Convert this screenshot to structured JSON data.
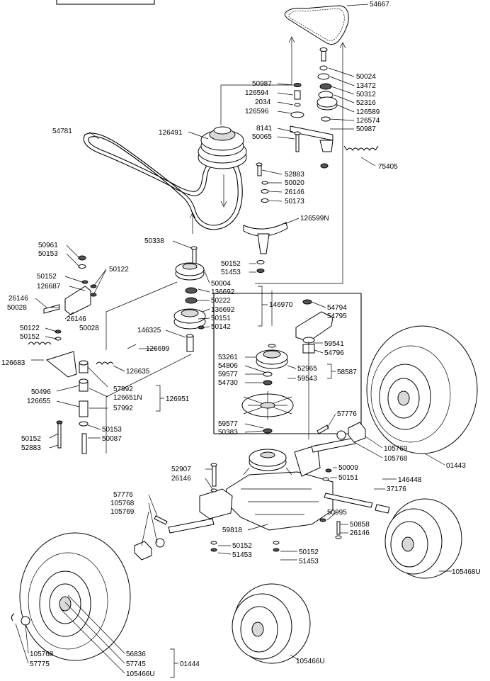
{
  "diagram": {
    "labels": [
      {
        "id": "l01",
        "text": "54667"
      },
      {
        "id": "l02",
        "text": "50024"
      },
      {
        "id": "l03",
        "text": "13472"
      },
      {
        "id": "l04",
        "text": "50312"
      },
      {
        "id": "l05",
        "text": "52316"
      },
      {
        "id": "l06",
        "text": "126589"
      },
      {
        "id": "l07",
        "text": "126574"
      },
      {
        "id": "l08",
        "text": "50987"
      },
      {
        "id": "l09",
        "text": "50987"
      },
      {
        "id": "l10",
        "text": "126594"
      },
      {
        "id": "l11",
        "text": "2034"
      },
      {
        "id": "l12",
        "text": "126596"
      },
      {
        "id": "l13",
        "text": "8141"
      },
      {
        "id": "l14",
        "text": "50065"
      },
      {
        "id": "l15",
        "text": "75405"
      },
      {
        "id": "l16",
        "text": "54781"
      },
      {
        "id": "l17",
        "text": "126491"
      },
      {
        "id": "l18",
        "text": "52883"
      },
      {
        "id": "l19",
        "text": "50020"
      },
      {
        "id": "l20",
        "text": "26146"
      },
      {
        "id": "l21",
        "text": "50173"
      },
      {
        "id": "l22",
        "text": "126599N"
      },
      {
        "id": "l23",
        "text": "50338"
      },
      {
        "id": "l24",
        "text": "50004"
      },
      {
        "id": "l25",
        "text": "136692"
      },
      {
        "id": "l26",
        "text": "50222"
      },
      {
        "id": "l27",
        "text": "136692"
      },
      {
        "id": "l28",
        "text": "50151"
      },
      {
        "id": "l29",
        "text": "50142"
      },
      {
        "id": "l30",
        "text": "146325"
      },
      {
        "id": "l31",
        "text": "146970"
      },
      {
        "id": "l32",
        "text": "50152"
      },
      {
        "id": "l33",
        "text": "51453"
      },
      {
        "id": "l34",
        "text": "50961"
      },
      {
        "id": "l35",
        "text": "50153"
      },
      {
        "id": "l36",
        "text": "50152"
      },
      {
        "id": "l37",
        "text": "126687"
      },
      {
        "id": "l38",
        "text": "50122"
      },
      {
        "id": "l39",
        "text": "26146"
      },
      {
        "id": "l40",
        "text": "50028"
      },
      {
        "id": "l41",
        "text": "26146"
      },
      {
        "id": "l42",
        "text": "50122"
      },
      {
        "id": "l43",
        "text": "50028"
      },
      {
        "id": "l44",
        "text": "50152"
      },
      {
        "id": "l45",
        "text": "126683"
      },
      {
        "id": "l46",
        "text": "126699"
      },
      {
        "id": "l47",
        "text": "126635"
      },
      {
        "id": "l48",
        "text": "57992"
      },
      {
        "id": "l49",
        "text": "50496"
      },
      {
        "id": "l50",
        "text": "126651N"
      },
      {
        "id": "l51",
        "text": "126655"
      },
      {
        "id": "l52",
        "text": "57992"
      },
      {
        "id": "l53",
        "text": "126951"
      },
      {
        "id": "l54",
        "text": "50152"
      },
      {
        "id": "l55",
        "text": "50153"
      },
      {
        "id": "l56",
        "text": "52883"
      },
      {
        "id": "l57",
        "text": "50087"
      },
      {
        "id": "l58",
        "text": "54794"
      },
      {
        "id": "l59",
        "text": "54795"
      },
      {
        "id": "l60",
        "text": "59541"
      },
      {
        "id": "l61",
        "text": "54796"
      },
      {
        "id": "l62",
        "text": "53261"
      },
      {
        "id": "l63",
        "text": "54806"
      },
      {
        "id": "l64",
        "text": "52965"
      },
      {
        "id": "l65",
        "text": "58587"
      },
      {
        "id": "l66",
        "text": "59577"
      },
      {
        "id": "l67",
        "text": "59543"
      },
      {
        "id": "l68",
        "text": "54730"
      },
      {
        "id": "l69",
        "text": "59577"
      },
      {
        "id": "l70",
        "text": "50383"
      },
      {
        "id": "l71",
        "text": "57776"
      },
      {
        "id": "l72",
        "text": "105769"
      },
      {
        "id": "l73",
        "text": "105768"
      },
      {
        "id": "l74",
        "text": "01443"
      },
      {
        "id": "l75",
        "text": "52907"
      },
      {
        "id": "l76",
        "text": "26146"
      },
      {
        "id": "l77",
        "text": "50009"
      },
      {
        "id": "l78",
        "text": "50151"
      },
      {
        "id": "l79",
        "text": "146448"
      },
      {
        "id": "l80",
        "text": "37176"
      },
      {
        "id": "l81",
        "text": "57776"
      },
      {
        "id": "l82",
        "text": "105768"
      },
      {
        "id": "l83",
        "text": "105769"
      },
      {
        "id": "l84",
        "text": "50995"
      },
      {
        "id": "l85",
        "text": "50858"
      },
      {
        "id": "l86",
        "text": "26146"
      },
      {
        "id": "l87",
        "text": "59818"
      },
      {
        "id": "l88",
        "text": "50152"
      },
      {
        "id": "l89",
        "text": "51453"
      },
      {
        "id": "l90",
        "text": "50152"
      },
      {
        "id": "l91",
        "text": "51453"
      },
      {
        "id": "l92",
        "text": "105468U"
      },
      {
        "id": "l93",
        "text": "105768"
      },
      {
        "id": "l94",
        "text": "57775"
      },
      {
        "id": "l95",
        "text": "56836"
      },
      {
        "id": "l96",
        "text": "57745"
      },
      {
        "id": "l97",
        "text": "105466U"
      },
      {
        "id": "l98",
        "text": "01444"
      },
      {
        "id": "l99",
        "text": "105466U"
      }
    ]
  }
}
